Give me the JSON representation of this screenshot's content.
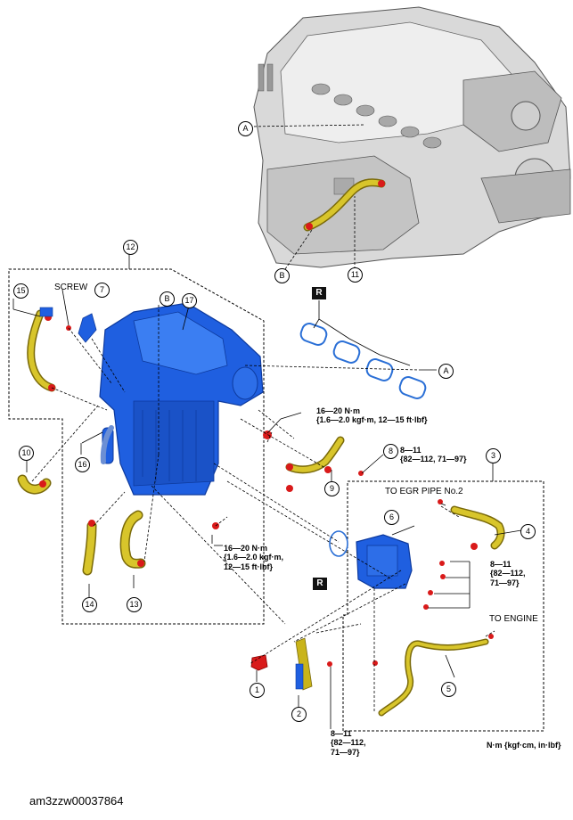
{
  "figure_id": "am3zzw00037864",
  "callouts": {
    "c1": "1",
    "c2": "2",
    "c3": "3",
    "c4": "4",
    "c5": "5",
    "c6": "6",
    "c7": "7",
    "c8": "8",
    "c9": "9",
    "c10": "10",
    "c11": "11",
    "c12": "12",
    "c13": "13",
    "c14": "14",
    "c15": "15",
    "c16": "16",
    "c17": "17",
    "cA1": "A",
    "cA2": "A",
    "cB1": "B",
    "cB2": "B"
  },
  "labels": {
    "screw": "SCREW",
    "to_egr_pipe": "TO EGR PIPE No.2",
    "to_engine": "TO ENGINE",
    "unit_note": "N·m {kgf·cm, in·lbf}",
    "r_mark": "R"
  },
  "torques": {
    "t_upper_1": "16—20 N·m",
    "t_upper_2": "{1.6—2.0 kgf·m, 12—15 ft·lbf}",
    "t_lower_1": "16—20 N·m",
    "t_lower_2": "{1.6—2.0 kgf·m,",
    "t_lower_3": "12—15 ft·lbf}",
    "t8_1": "8—11",
    "t8_2": "{82—112, 71—97}",
    "t3_1": "8—11",
    "t3_2": "{82—112,",
    "t3_3": "71—97}",
    "t2_1": "8—11",
    "t2_2": "{82—112,",
    "t2_3": "71—97}"
  },
  "colors": {
    "manifold_blue": "#1f5fe0",
    "manifold_dark": "#0d3a9e",
    "hose_yellow": "#c9b41a",
    "hose_dark": "#7a6a0a",
    "clamp_red": "#d91a1a",
    "engine_gray": "#9a9a9a",
    "gasket_blue": "#2a6fd6"
  }
}
